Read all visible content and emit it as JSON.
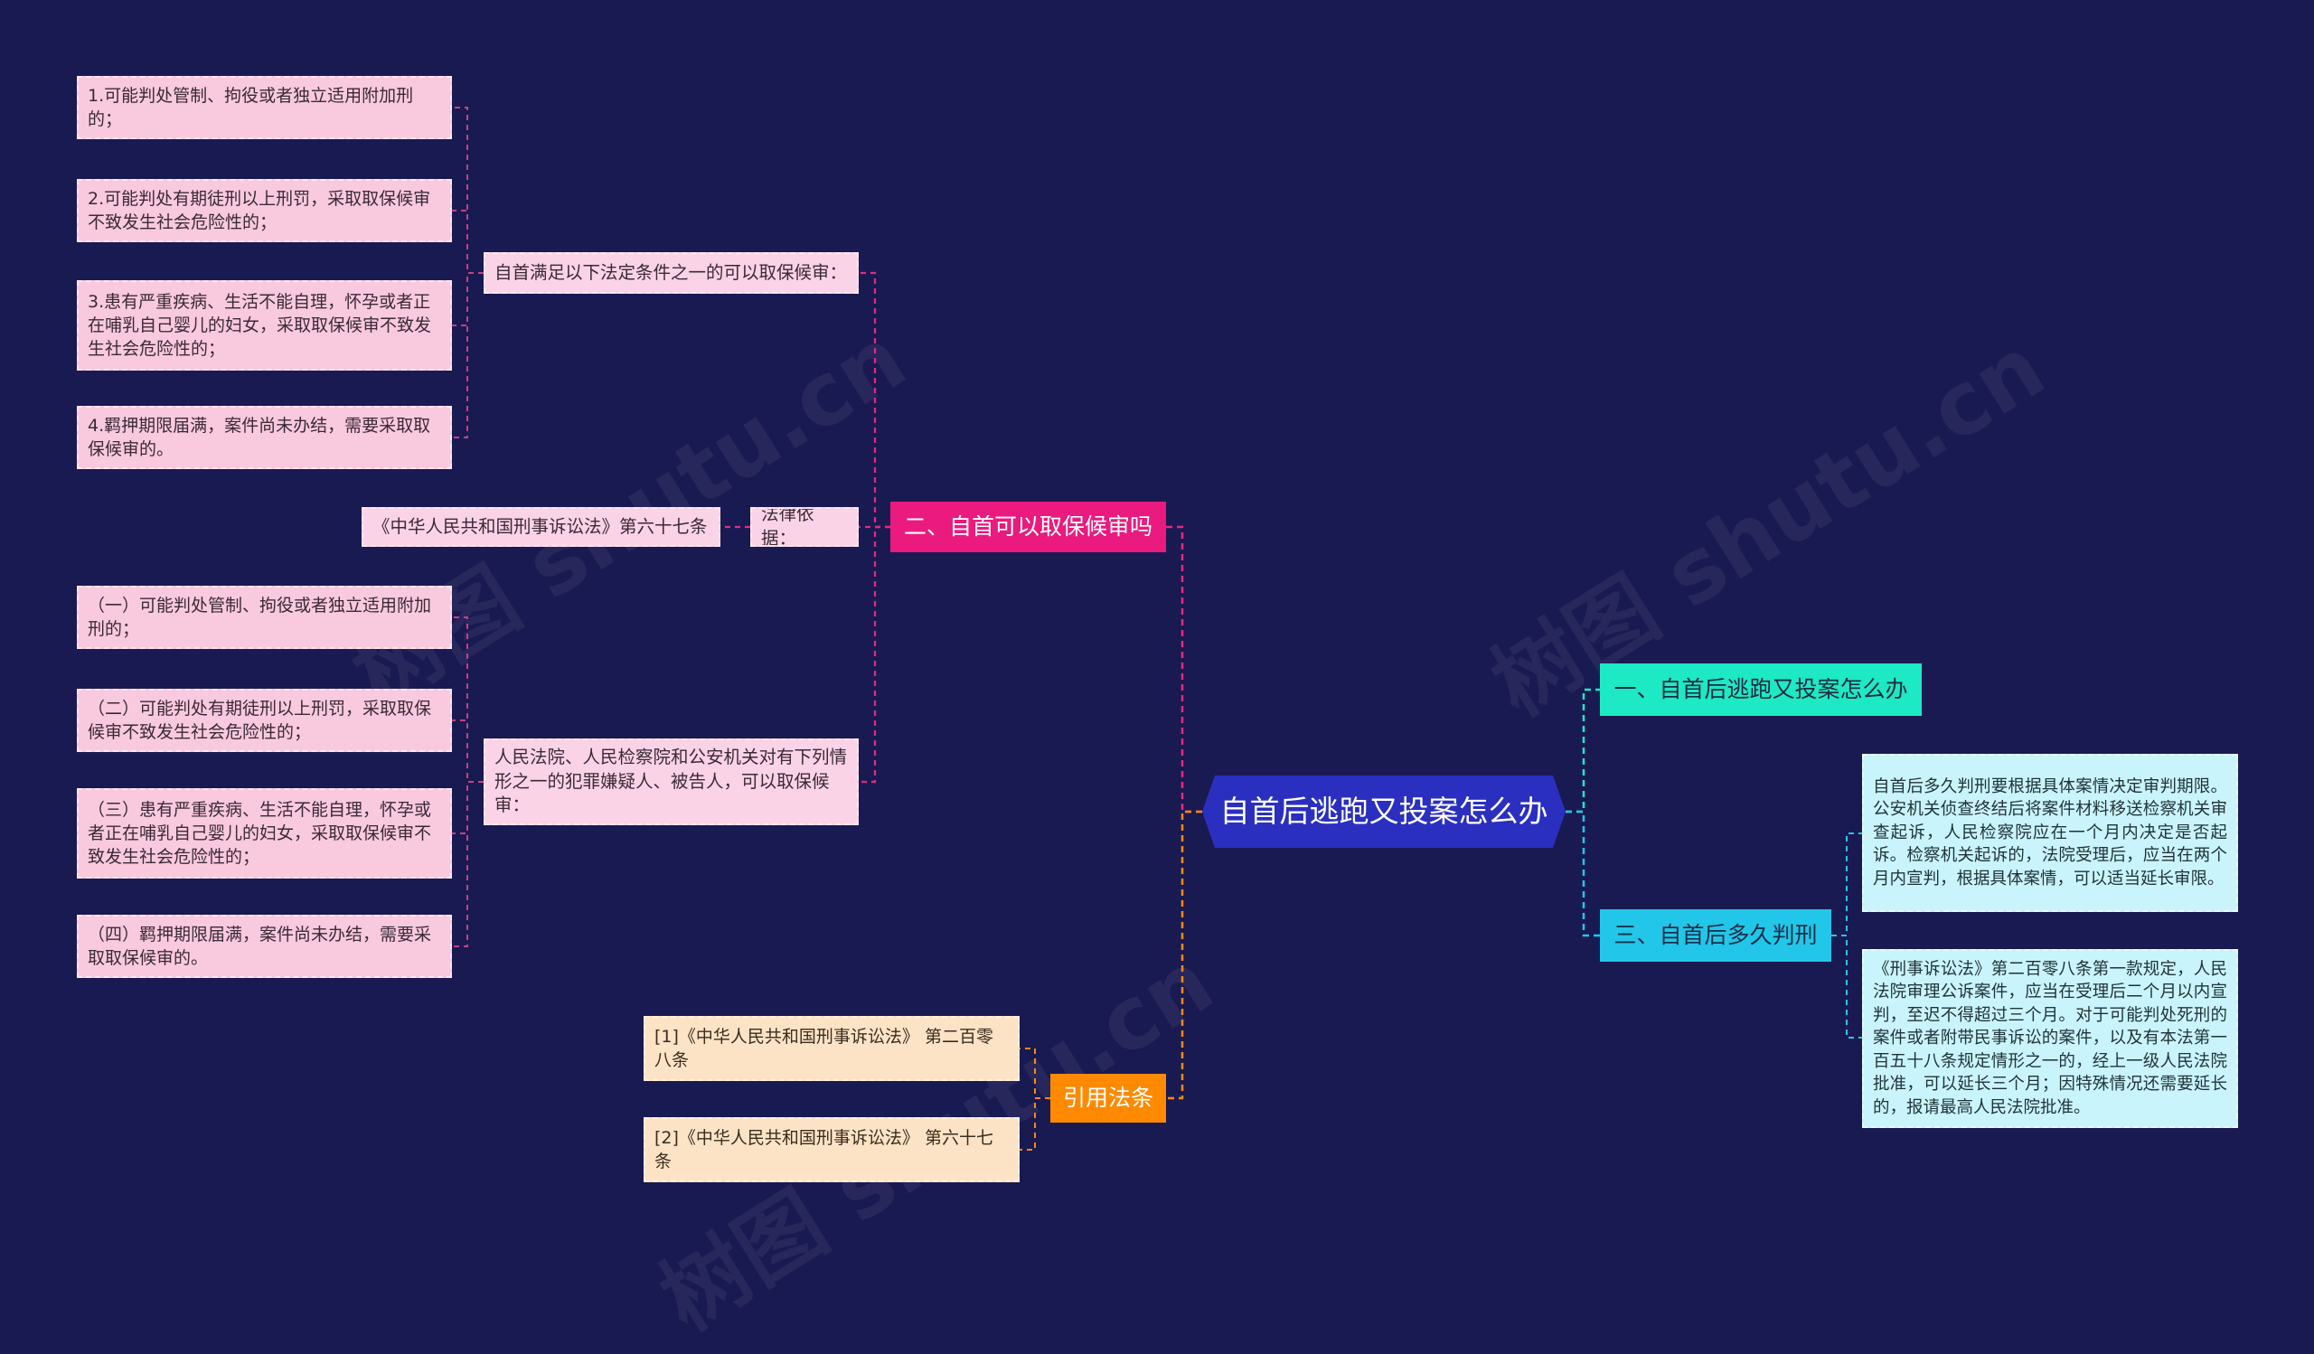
{
  "watermark": "树图 shutu.cn",
  "root": {
    "label": "自首后逃跑又投案怎么办"
  },
  "colors": {
    "background": "#1a1a52",
    "pink_link": "#e8287f",
    "orange_link": "#ff8a00",
    "teal_link": "#1de9c4",
    "cyan_link": "#22c6e8",
    "pink_leaf_link": "#c2437e"
  },
  "branches": {
    "bail": {
      "label": "二、自首可以取保候审吗",
      "conditions": {
        "label": "自首满足以下法定条件之一的可以取保候审：",
        "items": [
          "1.可能判处管制、拘役或者独立适用附加刑的；",
          "2.可能判处有期徒刑以上刑罚，采取取保候审不致发生社会危险性的；",
          "3.患有严重疾病、生活不能自理，怀孕或者正在哺乳自己婴儿的妇女，采取取保候审不致发生社会危险性的；",
          "4.羁押期限届满，案件尚未办结，需要采取取保候审的。"
        ]
      },
      "legal_basis": {
        "label": "法律依据：",
        "source": "《中华人民共和国刑事诉讼法》第六十七条"
      },
      "authorities": {
        "label": "人民法院、人民检察院和公安机关对有下列情形之一的犯罪嫌疑人、被告人，可以取保候审：",
        "items": [
          "（一）可能判处管制、拘役或者独立适用附加刑的；",
          "（二）可能判处有期徒刑以上刑罚，采取取保候审不致发生社会危险性的；",
          "（三）患有严重疾病、生活不能自理，怀孕或者正在哺乳自己婴儿的妇女，采取取保候审不致发生社会危险性的；",
          "（四）羁押期限届满，案件尚未办结，需要采取取保候审的。"
        ]
      }
    },
    "citations": {
      "label": "引用法条",
      "items": [
        "[1]《中华人民共和国刑事诉讼法》 第二百零八条",
        "[2]《中华人民共和国刑事诉讼法》 第六十七条"
      ]
    },
    "flee": {
      "label": "一、自首后逃跑又投案怎么办"
    },
    "sentence": {
      "label": "三、自首后多久判刑",
      "items": [
        "自首后多久判刑要根据具体案情决定审判期限。公安机关侦查终结后将案件材料移送检察机关审查起诉，人民检察院应在一个月内决定是否起诉。检察机关起诉的，法院受理后，应当在两个月内宣判，根据具体案情，可以适当延长审限。",
        "《刑事诉讼法》第二百零八条第一款规定，人民法院审理公诉案件，应当在受理后二个月以内宣判，至迟不得超过三个月。对于可能判处死刑的案件或者附带民事诉讼的案件，以及有本法第一百五十八条规定情形之一的，经上一级人民法院批准，可以延长三个月；因特殊情况还需要延长的，报请最高人民法院批准。"
      ]
    }
  }
}
